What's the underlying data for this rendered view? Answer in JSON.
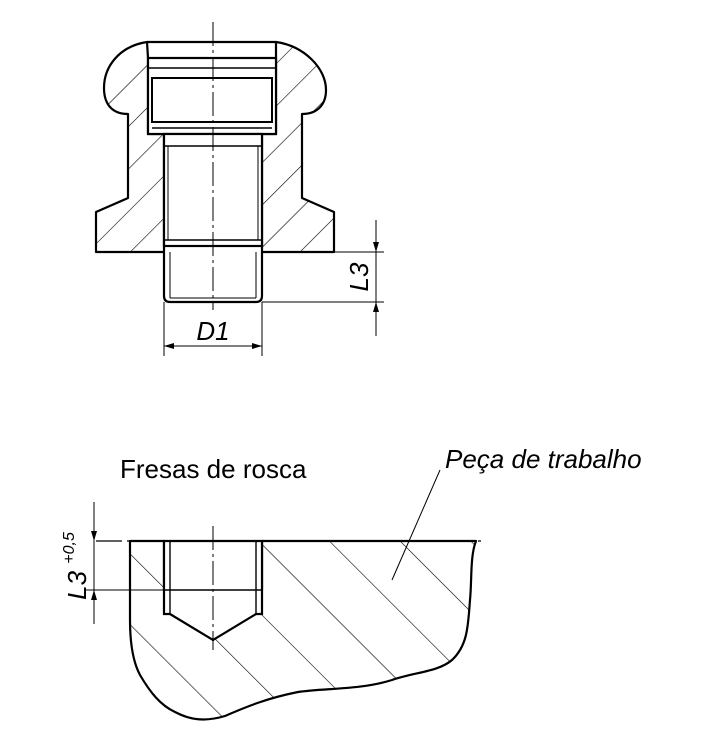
{
  "labels": {
    "d1": "D1",
    "l3": "L3",
    "l3_tol_base": "L3",
    "l3_tol_sup": "+0,5",
    "thread_mill": "Fresas de rosca",
    "workpiece": "Peça de trabalho"
  }
}
